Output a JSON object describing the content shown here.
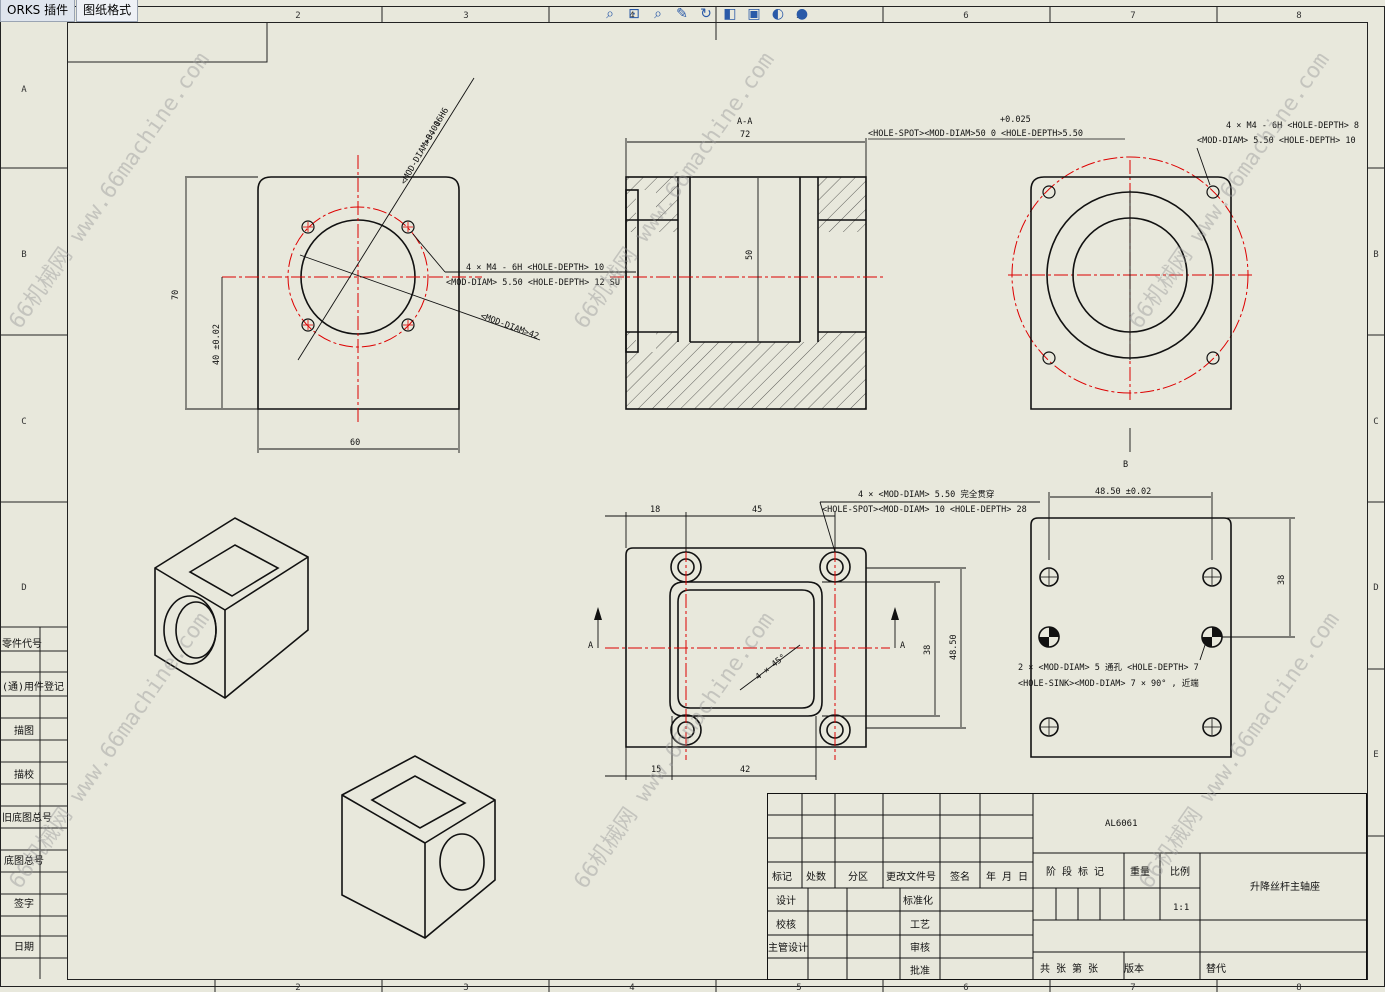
{
  "tabs": [
    {
      "label": "ORKS 插件",
      "active": false
    },
    {
      "label": "图纸格式",
      "active": true
    }
  ],
  "toolbar_icons": [
    "zoom-to-fit-icon",
    "zoom-area-icon",
    "zoom-in-out-icon",
    "select-icon",
    "rotate-icon",
    "display-style-icon",
    "view-orientation-icon",
    "hide-show-icon",
    "appearance-icon"
  ],
  "border": {
    "col_top": [
      "2",
      "3",
      "4",
      "5",
      "6",
      "7",
      "8"
    ],
    "col_bottom": [
      "2",
      "3",
      "4",
      "5",
      "6",
      "7",
      "8"
    ],
    "row_left": [
      "A",
      "B",
      "C",
      "D"
    ],
    "row_right": [
      "B",
      "C",
      "D",
      "E"
    ]
  },
  "left_strip": [
    "零件代号",
    "(通)用件登记",
    "描图",
    "描校",
    "旧底图总号",
    "底图总号",
    "签字",
    "日期"
  ],
  "watermark": "66机械网 www.66machine.com",
  "dims": {
    "front_height": "70",
    "front_center": "40 ±0.02",
    "front_width": "60",
    "front_bore": "<MOD-DIAM>34  0 H6",
    "front_bore_tol": "+0.016",
    "front_holes_1": "4 × M4 - 6H <HOLE-DEPTH> 10",
    "front_holes_2": "<MOD-DIAM> 5.50 <HOLE-DEPTH> 12  SU",
    "front_pcd": "<MOD-DIAM>42",
    "section_label": "A-A",
    "section_width": "72",
    "section_bore": "50",
    "spot_tol": "+0.025",
    "spot_line": "<HOLE-SPOT><MOD-DIAM>50  0   <HOLE-DEPTH>5.50",
    "right_holes_1": "4 × M4 - 6H <HOLE-DEPTH> 8",
    "right_holes_2": "<MOD-DIAM> 5.50 <HOLE-DEPTH> 10",
    "view_b": "B",
    "top_left_dim": "18",
    "top_mid_dim": "45",
    "top_holes_1": "4 × <MOD-DIAM> 5.50 完全贯穿",
    "top_holes_2": "<HOLE-SPOT><MOD-DIAM> 10 <HOLE-DEPTH> 28",
    "chamfer": "4 × 45°",
    "bottom_left_dim": "15",
    "bottom_mid_dim": "42",
    "inner_height": "38",
    "outer_height": "48.50",
    "section_a": "A",
    "bview_width": "48.50 ±0.02",
    "bview_height": "38",
    "bview_holes_1": "2 × <MOD-DIAM> 5 通孔 <HOLE-DEPTH> 7",
    "bview_holes_2": "<HOLE-SINK><MOD-DIAM> 7 × 90° , 近端"
  },
  "title_block": {
    "material": "AL6061",
    "part_name": "升降丝杆主轴座",
    "scale": "1:1",
    "headers": [
      "标记",
      "处数",
      "分区",
      "更改文件号",
      "签名",
      "年 月 日"
    ],
    "row_design": [
      "设计",
      "标准化"
    ],
    "row_check": [
      "校核",
      "工艺"
    ],
    "row_chief": [
      "主管设计",
      "审核"
    ],
    "row_approve": [
      "批准"
    ],
    "stage": "阶 段 标 记",
    "weight": "重量",
    "ratio": "比例",
    "sheets": "共  张  第  张",
    "version": "版本",
    "replace": "替代"
  }
}
